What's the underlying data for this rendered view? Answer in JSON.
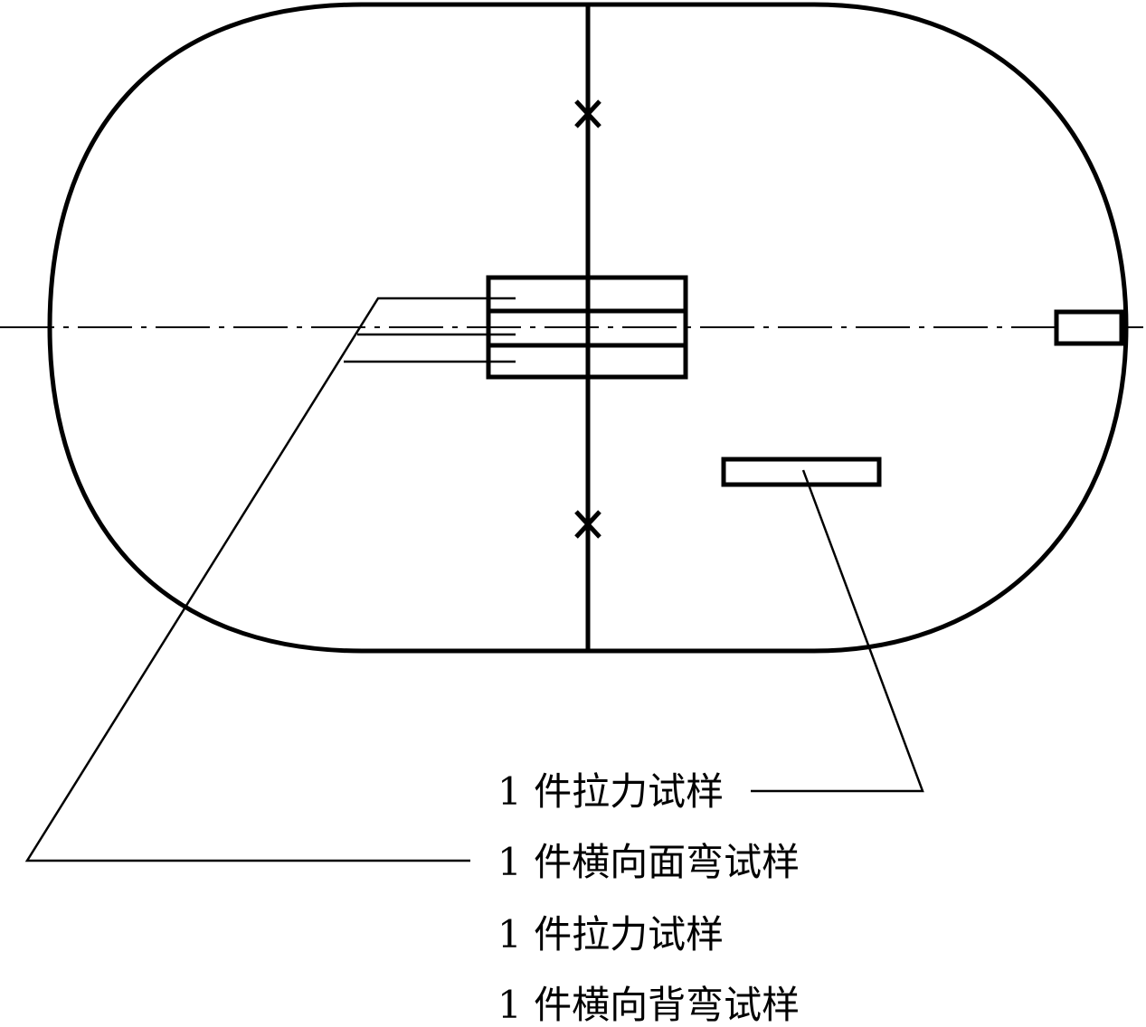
{
  "labels": [
    "1 件拉力试样",
    "1 件横向面弯试样",
    "1 件拉力试样",
    "1 件横向背弯试样"
  ],
  "colors": {
    "line": "#000000",
    "background": "#ffffff"
  }
}
